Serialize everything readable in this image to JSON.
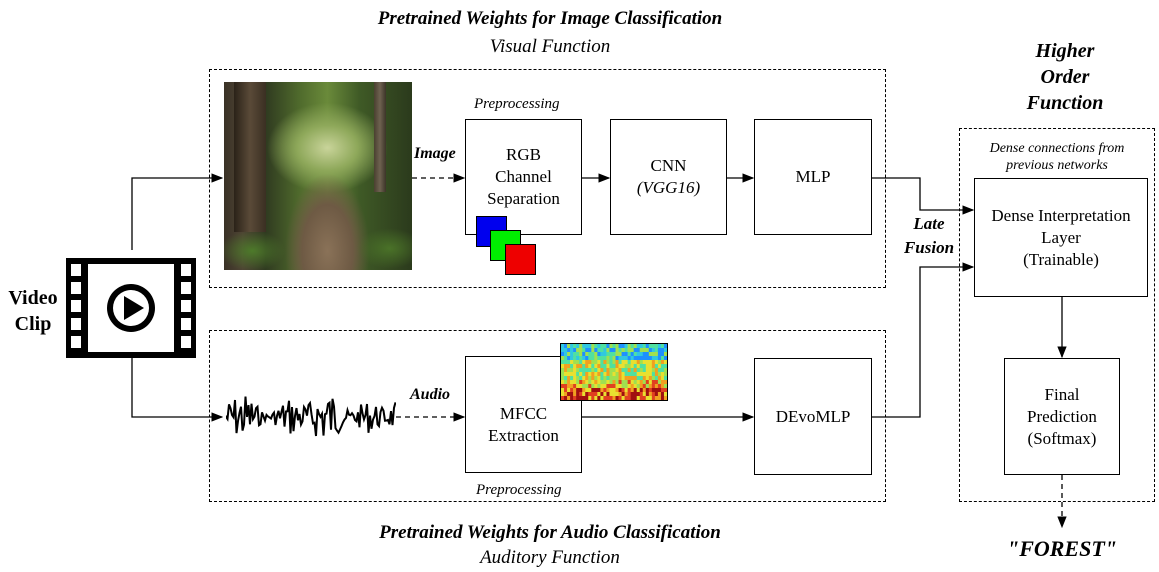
{
  "visual": {
    "title": "Pretrained Weights for Image Classification",
    "subtitle": "Visual Function",
    "image_label": "Image",
    "preprocessing_label": "Preprocessing",
    "rgb_box": [
      "RGB",
      "Channel",
      "Separation"
    ],
    "cnn_box": [
      "CNN",
      "(VGG16)"
    ],
    "mlp_box": "MLP"
  },
  "audio": {
    "title": "Pretrained Weights for Audio Classification",
    "subtitle": "Auditory Function",
    "audio_label": "Audio",
    "preprocessing_label": "Preprocessing",
    "mfcc_box": [
      "MFCC",
      "Extraction"
    ],
    "devomlp_box": "DEvoMLP"
  },
  "input": {
    "label": [
      "Video",
      "Clip"
    ],
    "icon": "video-film-play-icon"
  },
  "fusion": {
    "label": [
      "Late",
      "Fusion"
    ]
  },
  "higher_order": {
    "title": [
      "Higher",
      "Order",
      "Function"
    ],
    "note": [
      "Dense connections from",
      "previous networks"
    ],
    "dense_box": [
      "Dense Interpretation",
      "Layer",
      "(Trainable)"
    ],
    "final_box": [
      "Final",
      "Prediction",
      "(Softmax)"
    ],
    "output": "\"FOREST\""
  },
  "colors": {
    "rgb_blue": "#0000ee",
    "rgb_green": "#00ee00",
    "rgb_red": "#ee0000"
  }
}
